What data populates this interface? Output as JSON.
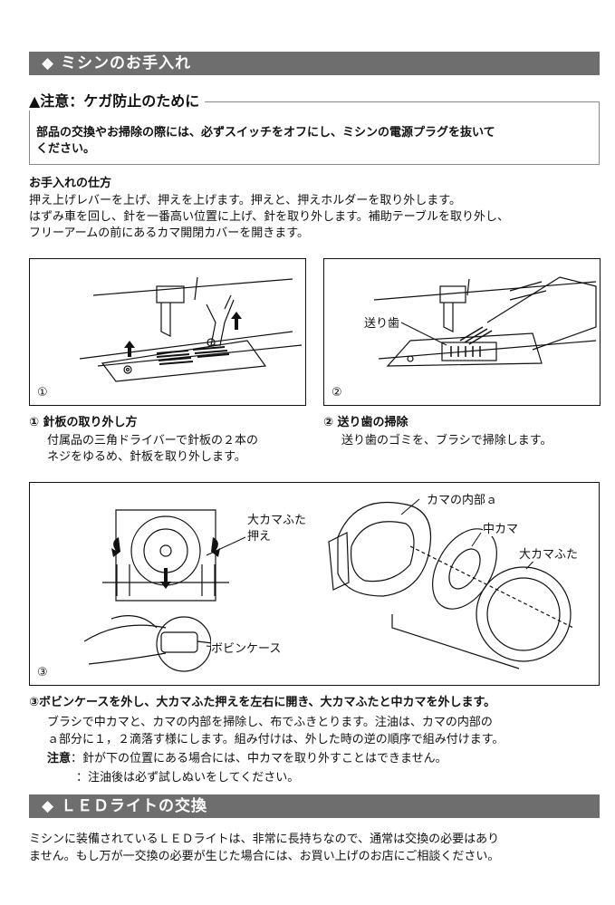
{
  "section1": {
    "title": "◆ ミシンのお手入れ"
  },
  "caution": {
    "title": "▲注意：ケガ防止のために",
    "body_line1": "部品の交換やお掃除の際には、必ずスイッチをオフにし、ミシンの電源プラグを抜いて",
    "body_line2": "ください。"
  },
  "howto": {
    "heading": "お手入れの仕方",
    "line1": "押え上げレバーを上げ、押えを上げます。押えと、押えホルダーを取り外します。",
    "line2": "はずみ車を回し、針を一番高い位置に上げ、針を取り外します。補助テーブルを取り外し、",
    "line3": "フリーアームの前にあるカマ開閉カバーを開きます。"
  },
  "fig1": {
    "number": "①",
    "caption_title": "① 針板の取り外し方",
    "caption_line1": "付属品の三角ドライバーで針板の２本の",
    "caption_line2": "ネジをゆるめ、針板を取り外します。"
  },
  "fig2": {
    "number": "②",
    "label_feed": "送り歯",
    "caption_title": "② 送り歯の掃除",
    "caption_line1": "送り歯のゴミを、ブラシで掃除します。"
  },
  "fig3": {
    "number": "③",
    "label_cover_holder_1": "大カマふた",
    "label_cover_holder_2": "押え",
    "label_bobbin_case": "ボビンケース",
    "label_hook_inner": "カマの内部ａ",
    "label_inner_hook": "中カマ",
    "label_big_cover": "大カマふた",
    "caption_title": "③ボビンケースを外し、大カマふた押えを左右に開き、大カマふたと中カマを外します。",
    "caption_line1": "ブラシで中カマと、カマの内部を掃除し、布でふきとります。注油は、カマの内部の",
    "caption_line2": "ａ部分に１，２滴落す様にします。組み付けは、外した時の逆の順序で組み付けます。",
    "note_label": "注意",
    "note_line1": "：針が下の位置にある場合には、中カマを取り外すことはできません。",
    "note_line2": "：注油後は必ず試しぬいをしてください。"
  },
  "section2": {
    "title": "◆ ＬＥＤライトの交換"
  },
  "led": {
    "line1": "ミシンに装備されているＬＥＤライトは、非常に長持ちなので、通常は交換の必要はあり",
    "line2": "ません。もし万が一交換の必要が生じた場合には、お買い上げのお店にご相談ください。"
  }
}
